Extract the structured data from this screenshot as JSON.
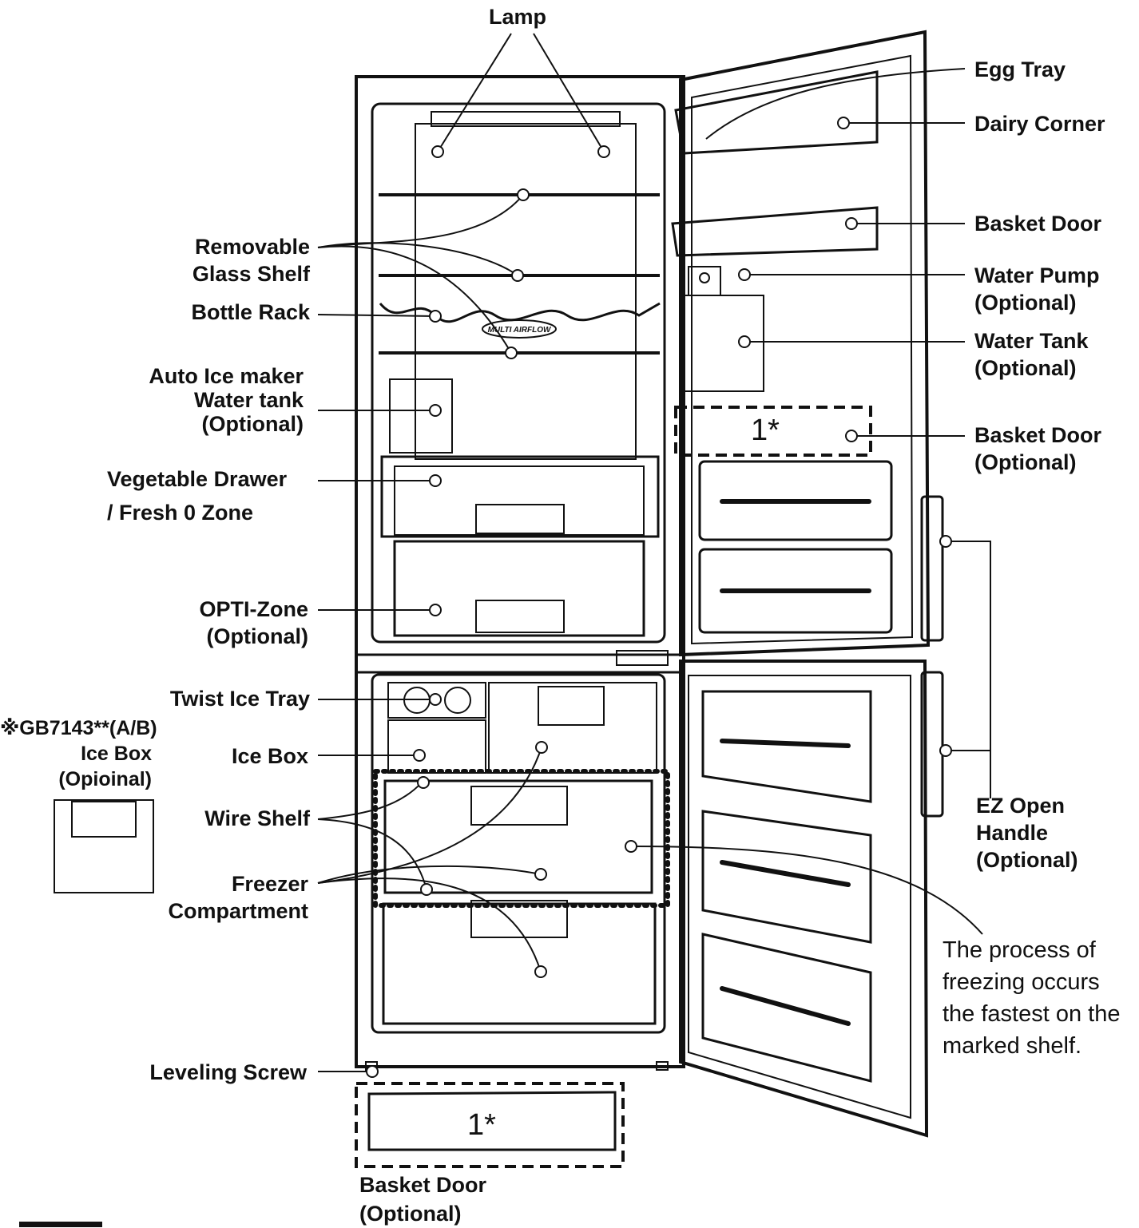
{
  "labels": {
    "lamp": "Lamp",
    "removable_glass_shelf_1": "Removable",
    "removable_glass_shelf_2": "Glass Shelf",
    "bottle_rack": "Bottle Rack",
    "auto_ice_1": "Auto Ice maker",
    "auto_ice_2": "Water tank",
    "auto_ice_3": "(Optional)",
    "vegetable_1": "Vegetable Drawer",
    "vegetable_2": "/ Fresh 0 Zone",
    "opti_1": "OPTI-Zone",
    "opti_2": "(Optional)",
    "twist_ice_tray": "Twist Ice Tray",
    "ice_box": "Ice Box",
    "wire_shelf": "Wire Shelf",
    "freezer_1": "Freezer",
    "freezer_2": "Compartment",
    "leveling_screw": "Leveling Screw",
    "basket_bottom_1": "Basket Door",
    "basket_bottom_2": "(Optional)",
    "egg_tray": "Egg Tray",
    "dairy_corner": "Dairy Corner",
    "basket_door": "Basket Door",
    "water_pump_1": "Water Pump",
    "water_pump_2": "(Optional)",
    "water_tank_1": "Water Tank",
    "water_tank_2": "(Optional)",
    "basket_door_opt_1": "Basket Door",
    "basket_door_opt_2": "(Optional)",
    "ez_1": "EZ Open",
    "ez_2": "Handle",
    "ez_3": "(Optional)",
    "model_1": "※GB7143**(A/B)",
    "model_2": "Ice Box",
    "model_3": "(Opioinal)",
    "mark_1": "1*",
    "mark_2": "1*"
  },
  "note": {
    "line1": "The process of",
    "line2": "freezing occurs",
    "line3": "the fastest on the",
    "line4": "marked shelf."
  },
  "fridge_badge": "MULTI AIRFLOW"
}
